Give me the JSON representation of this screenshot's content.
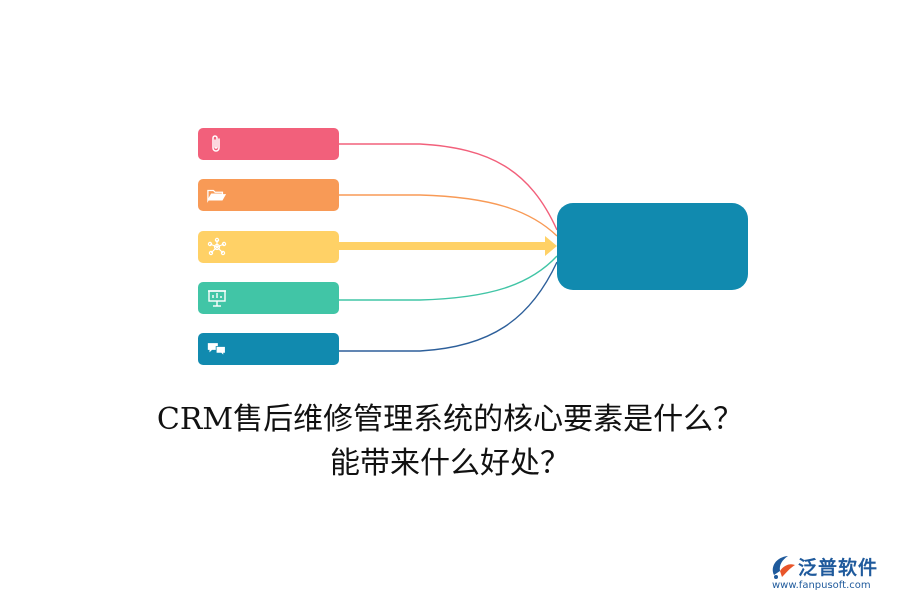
{
  "diagram": {
    "sources": [
      {
        "id": "paperclip",
        "color": "#f2607b",
        "icon": "paperclip-icon",
        "line_color": "#f2607b"
      },
      {
        "id": "folder",
        "color": "#f89a56",
        "icon": "folder-icon",
        "line_color": "#f89a56"
      },
      {
        "id": "network",
        "color": "#ffd166",
        "icon": "network-icon",
        "line_color": "#ffd166"
      },
      {
        "id": "presentation",
        "color": "#41c5a6",
        "icon": "presentation-board-icon",
        "line_color": "#41c5a6"
      },
      {
        "id": "chat",
        "color": "#118aaf",
        "icon": "chat-bubbles-icon",
        "line_color": "#2d5f9a"
      }
    ],
    "target_color": "#118aaf"
  },
  "title": {
    "line1": "CRM售后维修管理系统的核心要素是什么？",
    "line2": "能带来什么好处？"
  },
  "logo": {
    "name": "泛普软件",
    "url": "www.fanpusoft.com",
    "icon": "fanpu-logo-icon",
    "color": "#1f5a9c"
  }
}
